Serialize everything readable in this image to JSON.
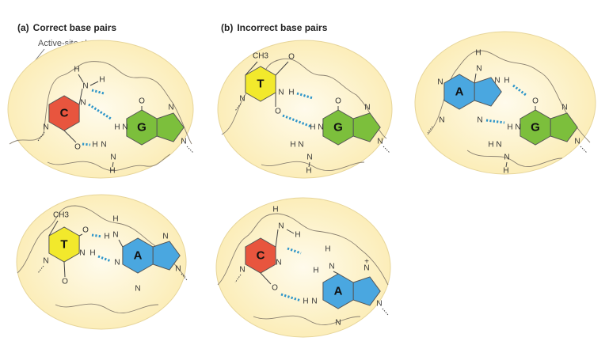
{
  "panels": {
    "a": {
      "tag": "(a)",
      "title": "Correct base pairs"
    },
    "b": {
      "tag": "(b)",
      "title": "Incorrect base pairs"
    }
  },
  "annotation": "Active-site shape",
  "bases": {
    "C": "C",
    "G": "G",
    "T": "T",
    "A": "A"
  },
  "atoms": {
    "N": "N",
    "O": "O",
    "H": "H",
    "methyl": "CH3",
    "charge": "+"
  },
  "colors": {
    "cytosine": "#e8553e",
    "guanine": "#7cbf3c",
    "thymine": "#f2e92c",
    "adenine": "#4aa7e0",
    "hbond": "#2d95c9",
    "pocket_fill": "#fbecb4",
    "pocket_center": "#fffbec",
    "pocket_outline": "#e7d59a"
  },
  "pairs": [
    {
      "id": "CG",
      "left": "C",
      "right": "G",
      "panel": "a",
      "hbonds": 3
    },
    {
      "id": "TG",
      "left": "T",
      "right": "G",
      "panel": "b",
      "hbonds": 2
    },
    {
      "id": "AG",
      "left": "A",
      "right": "G",
      "panel": "b",
      "hbonds": 2
    },
    {
      "id": "TA",
      "left": "T",
      "right": "A",
      "panel": "a",
      "hbonds": 2
    },
    {
      "id": "CA",
      "left": "C",
      "right": "A",
      "panel": "b",
      "hbonds": 2
    }
  ]
}
